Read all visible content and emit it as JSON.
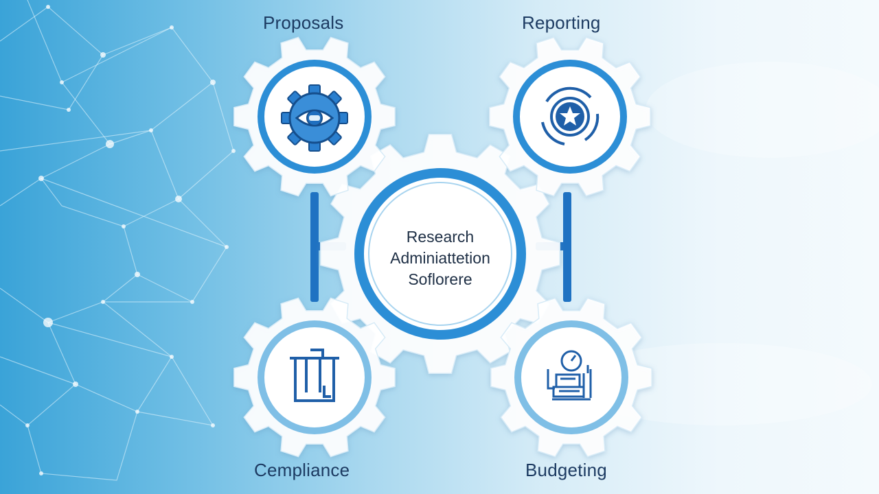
{
  "hub": {
    "line1": "Research",
    "line2": "Adminiattetion",
    "line3": "Soflorere"
  },
  "modules": {
    "proposals": {
      "label": "Proposals",
      "icon": "gear-eye-icon"
    },
    "reporting": {
      "label": "Reporting",
      "icon": "target-star-icon"
    },
    "compliance": {
      "label": "Cempliance",
      "icon": "clipboard-columns-icon"
    },
    "budgeting": {
      "label": "Budgeting",
      "icon": "gauge-machine-icon"
    }
  },
  "colors": {
    "accent": "#1f72c2",
    "ring": "#2c8ed6",
    "ring_light": "#7fbfe6",
    "gear": "#ffffff",
    "label": "#1d3b62",
    "background_left": "#3aa3d8",
    "background_right": "#f4fafd"
  }
}
